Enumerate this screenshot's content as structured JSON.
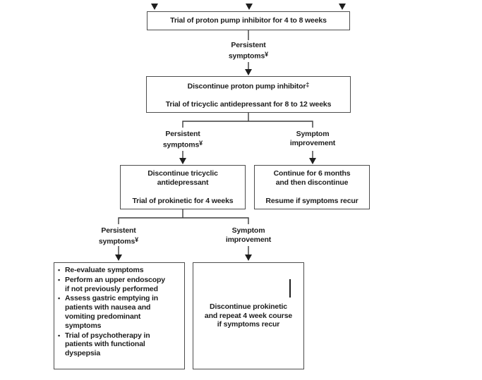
{
  "colors": {
    "background": "#ffffff",
    "line": "#3d3d3d",
    "box_border": "#4d4d4d",
    "text": "#1e1e1e"
  },
  "glyphs": {
    "bullet": "▪",
    "entry_arrow": "▼"
  },
  "flow": {
    "entry": {
      "arrow_count": 3
    },
    "box_ppi_trial": {
      "text": "Trial of proton pump inhibitor for 4 to 8 weeks"
    },
    "label_persistent": {
      "line1": "Persistent",
      "line2": "symptoms",
      "marker": "¥"
    },
    "label_improvement": {
      "line1": "Symptom",
      "line2": "improvement"
    },
    "box_discontinue_ppi": {
      "line1": "Discontinue proton pump inhibitor",
      "line1_marker": "‡",
      "line2": "Trial of tricyclic antidepressant for 8 to 12 weeks"
    },
    "box_discontinue_tca": {
      "para1": "Discontinue tricyclic\nantidepressant",
      "para2": "Trial of prokinetic for 4 weeks"
    },
    "box_continue": {
      "para1": "Continue for 6 months\nand then discontinue",
      "para2": "Resume if symptoms recur"
    },
    "box_evaluate": {
      "bullets": [
        "Re-evaluate symptoms",
        "Perform an upper endoscopy\nif not previously performed",
        "Assess gastric emptying in\npatients with nausea and\nvomiting predominant\nsymptoms",
        "Trial of psychotherapy in\npatients with functional\ndyspepsia"
      ]
    },
    "box_prokinetic": {
      "para1": "Discontinue prokinetic\nand repeat 4 week course\nif symptoms recur"
    }
  }
}
